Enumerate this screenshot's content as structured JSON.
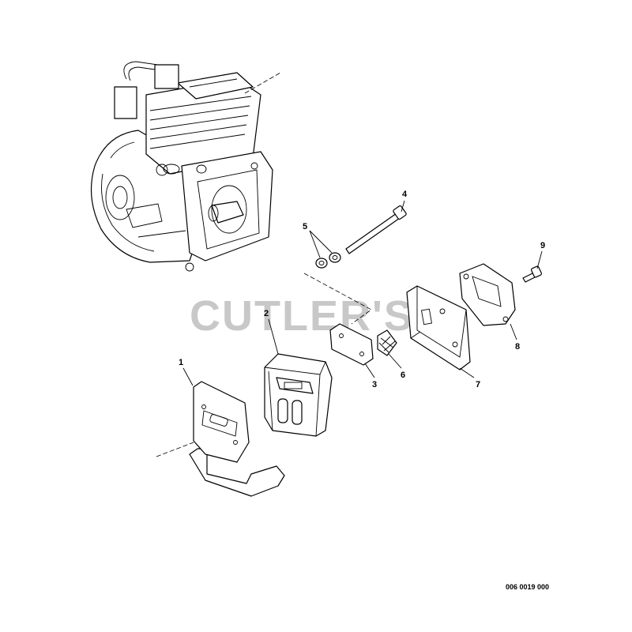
{
  "watermark": "CUTLER'S",
  "drawing_code": "006 0019 000",
  "callouts": [
    {
      "id": "1",
      "part": "heat-shield"
    },
    {
      "id": "2",
      "part": "muffler"
    },
    {
      "id": "3",
      "part": "gasket"
    },
    {
      "id": "4",
      "part": "long-bolt"
    },
    {
      "id": "5",
      "part": "washers"
    },
    {
      "id": "6",
      "part": "spark-arrestor-screen"
    },
    {
      "id": "7",
      "part": "muffler-cover"
    },
    {
      "id": "8",
      "part": "exhaust-gasket-plate"
    },
    {
      "id": "9",
      "part": "screw"
    }
  ]
}
